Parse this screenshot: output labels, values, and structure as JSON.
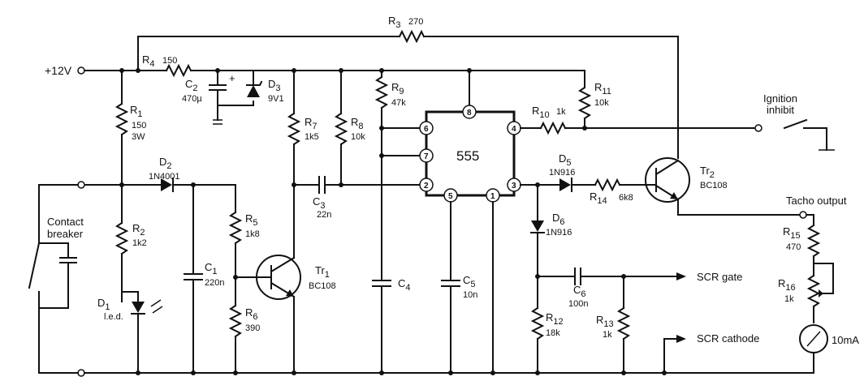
{
  "supply": {
    "label": "+12V"
  },
  "components": {
    "R1": {
      "ref": "R",
      "sub": "1",
      "value": "150",
      "value2": "3W"
    },
    "R2": {
      "ref": "R",
      "sub": "2",
      "value": "1k2"
    },
    "R3": {
      "ref": "R",
      "sub": "3",
      "value": "270"
    },
    "R4": {
      "ref": "R",
      "sub": "4",
      "value": "150"
    },
    "R5": {
      "ref": "R",
      "sub": "5",
      "value": "1k8"
    },
    "R6": {
      "ref": "R",
      "sub": "6",
      "value": "390"
    },
    "R7": {
      "ref": "R",
      "sub": "7",
      "value": "1k5"
    },
    "R8": {
      "ref": "R",
      "sub": "8",
      "value": "10k"
    },
    "R9": {
      "ref": "R",
      "sub": "9",
      "value": "47k"
    },
    "R10": {
      "ref": "R",
      "sub": "10",
      "value": "1k"
    },
    "R11": {
      "ref": "R",
      "sub": "11",
      "value": "10k"
    },
    "R12": {
      "ref": "R",
      "sub": "12",
      "value": "18k"
    },
    "R13": {
      "ref": "R",
      "sub": "13",
      "value": "1k"
    },
    "R14": {
      "ref": "R",
      "sub": "14",
      "value": "6k8"
    },
    "R15": {
      "ref": "R",
      "sub": "15",
      "value": "470"
    },
    "R16": {
      "ref": "R",
      "sub": "16",
      "value": "1k"
    },
    "C1": {
      "ref": "C",
      "sub": "1",
      "value": "220n"
    },
    "C2": {
      "ref": "C",
      "sub": "2",
      "value": "470µ"
    },
    "C3": {
      "ref": "C",
      "sub": "3",
      "value": "22n"
    },
    "C4": {
      "ref": "C",
      "sub": "4",
      "value": ""
    },
    "C5": {
      "ref": "C",
      "sub": "5",
      "value": "10n"
    },
    "C6": {
      "ref": "C",
      "sub": "6",
      "value": "100n"
    },
    "D1": {
      "ref": "D",
      "sub": "1",
      "value": "l.e.d."
    },
    "D2": {
      "ref": "D",
      "sub": "2",
      "value": "1N4001"
    },
    "D3": {
      "ref": "D",
      "sub": "3",
      "value": "9V1"
    },
    "D5": {
      "ref": "D",
      "sub": "5",
      "value": "1N916"
    },
    "D6": {
      "ref": "D",
      "sub": "6",
      "value": "1N916"
    },
    "Tr1": {
      "ref": "Tr",
      "sub": "1",
      "value": "BC108"
    },
    "Tr2": {
      "ref": "Tr",
      "sub": "2",
      "value": "BC108"
    }
  },
  "ic": {
    "label": "555",
    "pins": [
      "1",
      "2",
      "3",
      "4",
      "5",
      "6",
      "7",
      "8"
    ]
  },
  "labels": {
    "contact_breaker_1": "Contact",
    "contact_breaker_2": "breaker",
    "ignition_inhibit_1": "Ignition",
    "ignition_inhibit_2": "inhibit",
    "tacho_output": "Tacho output",
    "scr_gate": "SCR gate",
    "scr_cathode": "SCR cathode",
    "meter": "10mA",
    "c2_plus": "+"
  }
}
